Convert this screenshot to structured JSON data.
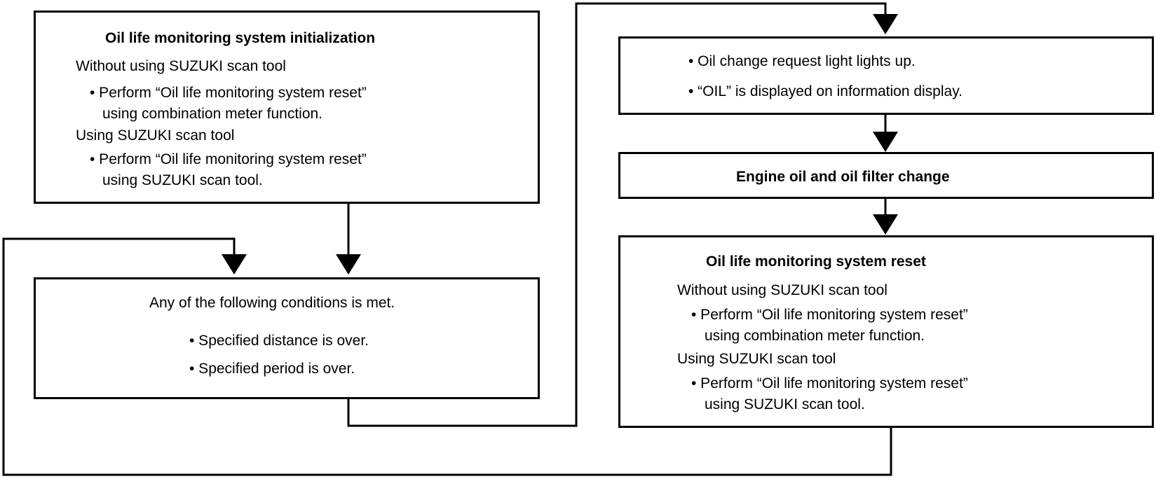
{
  "init_box": {
    "title": "Oil life monitoring system initialization",
    "without_label": "Without using SUZUKI scan tool",
    "without_line1": "• Perform “Oil life monitoring system reset”",
    "without_line2": "using combination meter function.",
    "with_label": "Using SUZUKI scan tool",
    "with_line1": "• Perform “Oil life monitoring system reset”",
    "with_line2": "using SUZUKI scan tool."
  },
  "conditions_box": {
    "heading": "Any of the following conditions is met.",
    "item1": "• Specified distance is over.",
    "item2": "• Specified period is over."
  },
  "indicator_box": {
    "item1": "• Oil change request light lights up.",
    "item2": "• “OIL” is displayed on information display."
  },
  "change_box": {
    "label": "Engine oil and oil filter change"
  },
  "reset_box": {
    "title": "Oil life monitoring system reset",
    "without_label": "Without using SUZUKI scan tool",
    "without_line1": "• Perform “Oil life monitoring system reset”",
    "without_line2": "using combination meter function.",
    "with_label": "Using SUZUKI scan tool",
    "with_line1": "• Perform “Oil life monitoring system reset”",
    "with_line2": "using SUZUKI scan tool."
  },
  "colors": {
    "line": "#000000",
    "background": "#ffffff"
  }
}
